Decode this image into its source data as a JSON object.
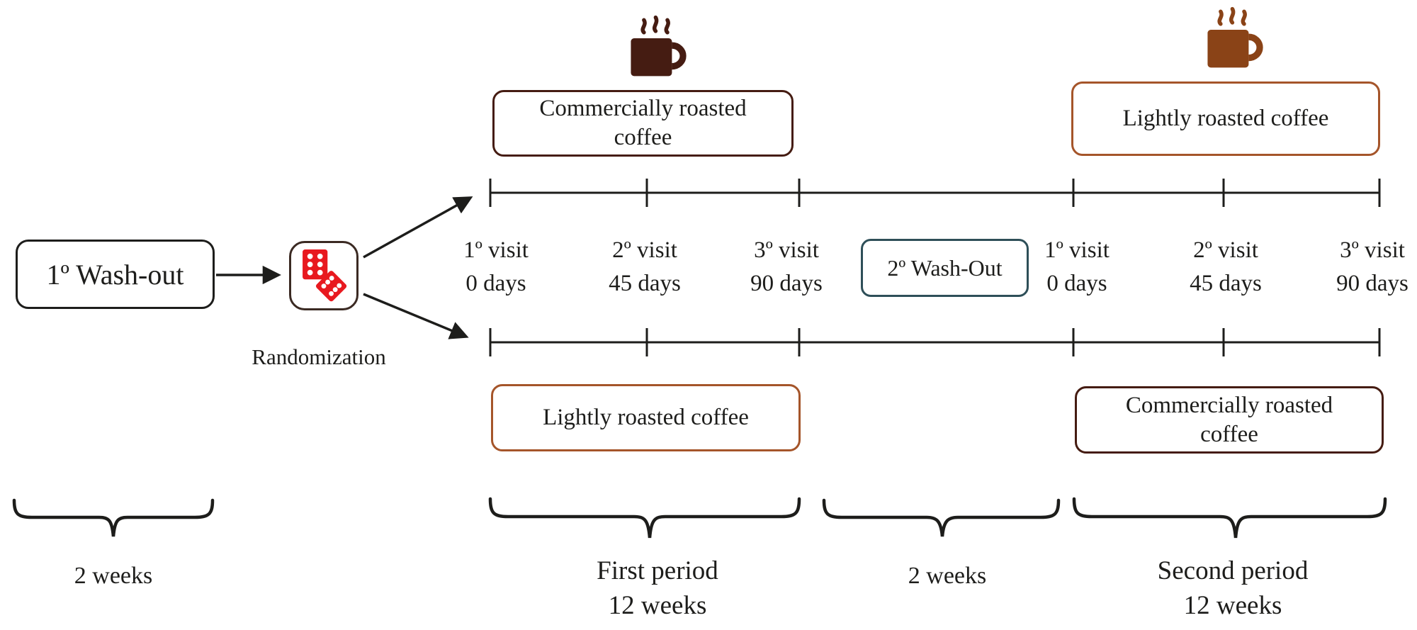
{
  "colors": {
    "line": "#1d1d1b",
    "dark_roast": "#451c12",
    "light_roast_border": "#a5552a",
    "light_roast_mug": "#8a4317",
    "washout2_border": "#2e4f58",
    "dice_red": "#e8191f",
    "dice_box_border": "#3b2a23"
  },
  "washout1": {
    "label": "1º Wash-out"
  },
  "randomization": {
    "label": "Randomization"
  },
  "washout2": {
    "label": "2º Wash-Out"
  },
  "arms": {
    "top_first": "Commercially roasted\ncoffee",
    "top_second": "Lightly roasted coffee",
    "bottom_first": "Lightly roasted coffee",
    "bottom_second": "Commercially roasted\ncoffee"
  },
  "visits": {
    "first_period": [
      {
        "visit": "1º visit",
        "day": "0 days"
      },
      {
        "visit": "2º visit",
        "day": "45 days"
      },
      {
        "visit": "3º visit",
        "day": "90 days"
      }
    ],
    "second_period": [
      {
        "visit": "1º visit",
        "day": "0 days"
      },
      {
        "visit": "2º visit",
        "day": "45 days"
      },
      {
        "visit": "3º visit",
        "day": "90 days"
      }
    ]
  },
  "periods": {
    "washout1_duration": "2 weeks",
    "first_period": "First period\n12 weeks",
    "washout2_duration": "2 weeks",
    "second_period": "Second period\n12 weeks"
  },
  "icons": {
    "dark_mug": "coffee-mug-dark",
    "light_mug": "coffee-mug-light",
    "dice": "randomization-dice"
  }
}
